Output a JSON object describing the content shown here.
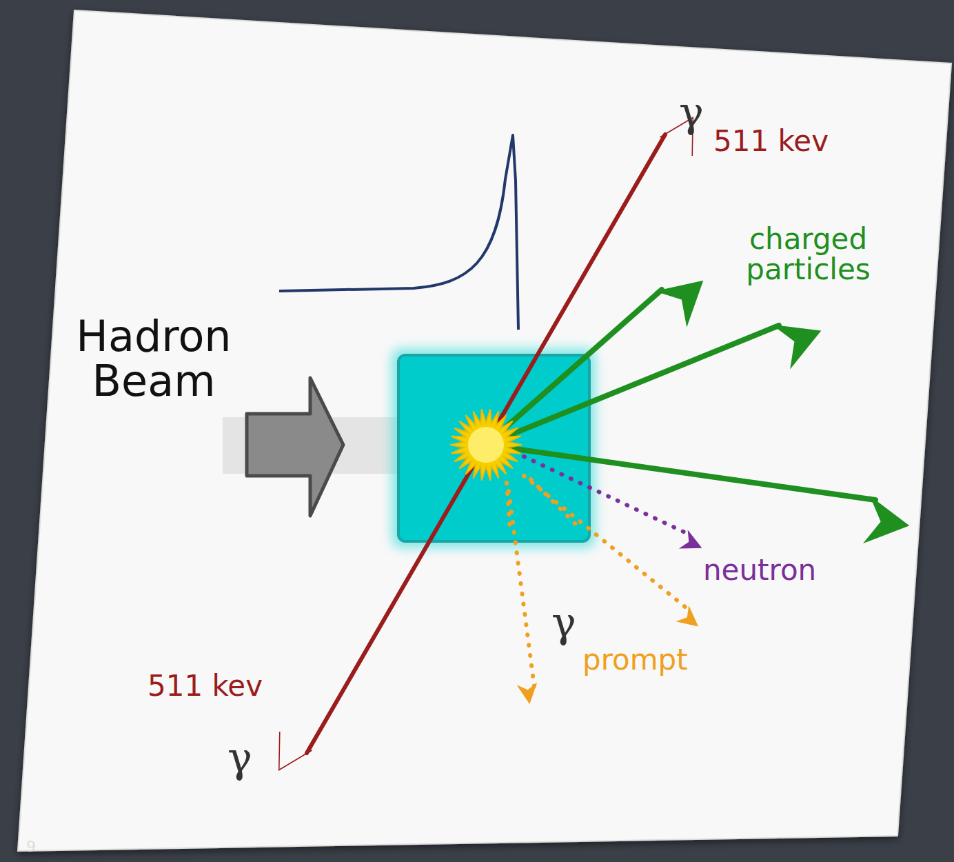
{
  "diagram": {
    "labels": [
      "Hadron Beam",
      "γ",
      "511 kev",
      "charged particles",
      "neutron",
      "γ",
      "prompt",
      "511 kev",
      "γ",
      "9"
    ]
  }
}
